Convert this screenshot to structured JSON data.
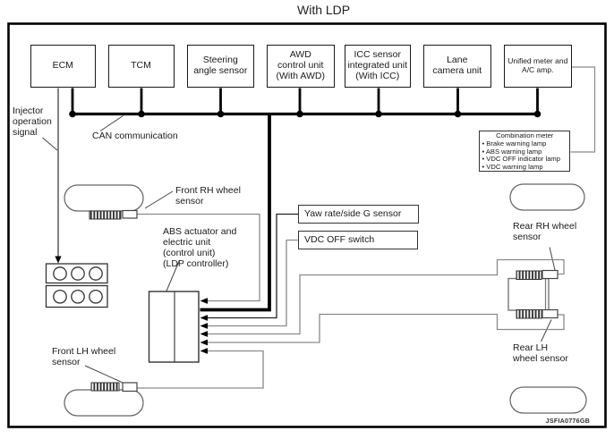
{
  "title": "With LDP",
  "watermark": "JSFIA0776GB",
  "colors": {
    "line_black": "#000000",
    "wire_gray": "#8a8a8a",
    "box_border": "#1a1a1a",
    "background": "#ffffff"
  },
  "top_row": {
    "ecm": "ECM",
    "tcm": "TCM",
    "steering": "Steering\nangle sensor",
    "awd": "AWD\ncontrol unit\n(With AWD)",
    "icc": "ICC sensor\nintegrated unit\n(With ICC)",
    "lane": "Lane\ncamera unit",
    "unified": "Unified meter and\nA/C amp."
  },
  "labels": {
    "injector": "Injector\noperation\nsignal",
    "can": "CAN communication",
    "front_rh": "Front RH wheel\nsensor",
    "front_lh": "Front LH wheel\nsensor",
    "rear_rh": "Rear RH wheel\nsensor",
    "rear_lh": "Rear LH\nwheel sensor",
    "abs_unit": "ABS actuator and\nelectric unit\n(control unit)\n(LDP controller)"
  },
  "side_boxes": {
    "yaw": "Yaw rate/side G sensor",
    "vdc": "VDC OFF switch"
  },
  "combination_meter": {
    "title": "Combination meter",
    "items": [
      "• Brake warning lamp",
      "• ABS warning lamp",
      "• VDC OFF indicator lamp",
      "• VDC warning lamp"
    ]
  }
}
